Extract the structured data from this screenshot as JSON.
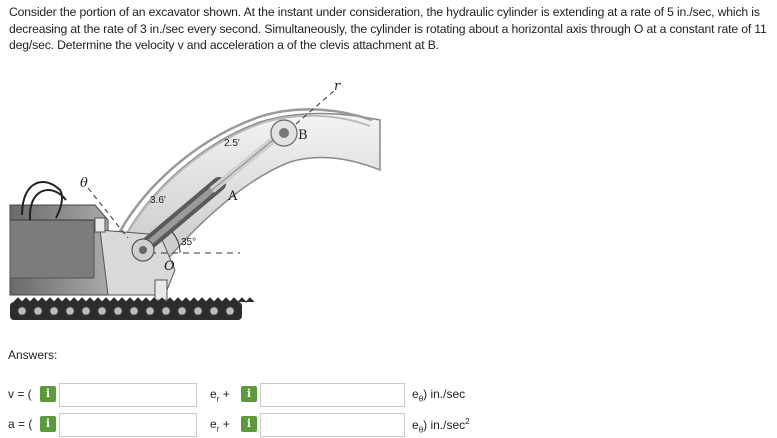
{
  "problem": {
    "text": "Consider the portion of an excavator shown. At the instant under consideration, the hydraulic cylinder is extending at a rate of 5 in./sec, which is decreasing at the rate of 3 in./sec every second. Simultaneously, the cylinder is rotating about a horizontal axis through O at a constant rate of 11 deg/sec. Determine the velocity v and acceleration a of the clevis attachment at B."
  },
  "figure": {
    "label_theta": "θ",
    "label_r": "r",
    "label_B": "B",
    "label_A": "A",
    "label_O": "O",
    "dim_25": "2.5'",
    "dim_36": "3.6'",
    "angle_35": "35°"
  },
  "answers": {
    "label": "Answers:",
    "v_row": {
      "prefix": "v = (",
      "info": "i",
      "mid_e": "e",
      "mid_sub": "r",
      "mid_plus": " +",
      "unit_e": "e",
      "unit_sub": "θ",
      "unit_rest": ") in./sec",
      "sup": ""
    },
    "a_row": {
      "prefix": "a = (",
      "info": "i",
      "mid_e": "e",
      "mid_sub": "r",
      "mid_plus": " +",
      "unit_e": "e",
      "unit_sub": "θ",
      "unit_rest": ") in./sec",
      "sup": "2"
    }
  }
}
